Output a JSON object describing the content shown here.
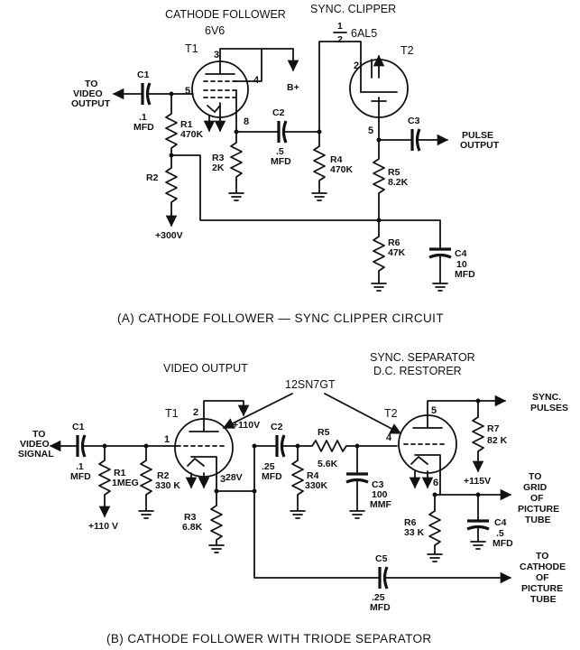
{
  "diagram_a": {
    "title_cathode": "CATHODE FOLLOWER",
    "tube_t1": "6V6",
    "title_clipper": "SYNC. CLIPPER",
    "half_num": "1",
    "half_den": "2",
    "tube_t2": "6AL5",
    "t1": "T1",
    "t2": "T2",
    "to_video_output": [
      "TO",
      "VIDEO",
      "OUTPUT"
    ],
    "c1": "C1",
    "c1_val": [
      ".1",
      "MFD"
    ],
    "r1": "R1",
    "r1_val": "470K",
    "r2": "R2",
    "bplus": "B+",
    "c2": "C2",
    "c2_val": [
      ".5",
      "MFD"
    ],
    "r3": "R3",
    "r3_val": "2K",
    "r4": "R4",
    "r4_val": "470K",
    "c3": "C3",
    "pulse_output": [
      "PULSE",
      "OUTPUT"
    ],
    "r5": "R5",
    "r5_val": "8.2K",
    "r6": "R6",
    "r6_val": "47K",
    "c4": "C4",
    "c4_val": [
      "10",
      "MFD"
    ],
    "v300": "+300V",
    "pins": {
      "t1_3": "3",
      "t1_4": "4",
      "t1_5": "5",
      "t1_8": "8",
      "t2_2": "2",
      "t2_5": "5"
    },
    "caption": "(A)   CATHODE FOLLOWER — SYNC CLIPPER CIRCUIT"
  },
  "diagram_b": {
    "video_output": "VIDEO OUTPUT",
    "tube_type": "12SN7GT",
    "sync_sep": "SYNC. SEPARATOR",
    "dc_restorer": "D.C. RESTORER",
    "t1": "T1",
    "t2": "T2",
    "to_video_signal": [
      "TO",
      "VIDEO",
      "SIGNAL"
    ],
    "c1": "C1",
    "c1_val": [
      ".1",
      "MFD"
    ],
    "r1": "R1",
    "r1_val": "1MEG",
    "r2": "R2",
    "r2_val": "330 K",
    "v110a": "+110V",
    "v110b": "+110 V",
    "v28": "28V",
    "r3": "R3",
    "r3_val": "6.8K",
    "c2": "C2",
    "c2_val": [
      ".25",
      "MFD"
    ],
    "r5": "R5",
    "r5_val": "5.6K",
    "r4": "R4",
    "r4_val": "330K",
    "c3": "C3",
    "c3_val": [
      "100",
      "MMF"
    ],
    "sync_pulses": [
      "SYNC.",
      "PULSES"
    ],
    "r7": "R7",
    "r7_val": "82 K",
    "v115": "+115V",
    "to_grid": [
      "TO",
      "GRID",
      "OF",
      "PICTURE",
      "TUBE"
    ],
    "r6": "R6",
    "r6_val": "33 K",
    "c4": "C4",
    "c4_val": [
      ".5",
      "MFD"
    ],
    "c5": "C5",
    "c5_val": [
      ".25",
      "MFD"
    ],
    "to_cathode": [
      "TO",
      "CATHODE",
      "OF",
      "PICTURE",
      "TUBE"
    ],
    "pins": {
      "t1_1": "1",
      "t1_2": "2",
      "t1_3": "3",
      "t2_4": "4",
      "t2_5": "5",
      "t2_6": "6"
    },
    "caption": "(B)   CATHODE FOLLOWER WITH TRIODE SEPARATOR"
  }
}
